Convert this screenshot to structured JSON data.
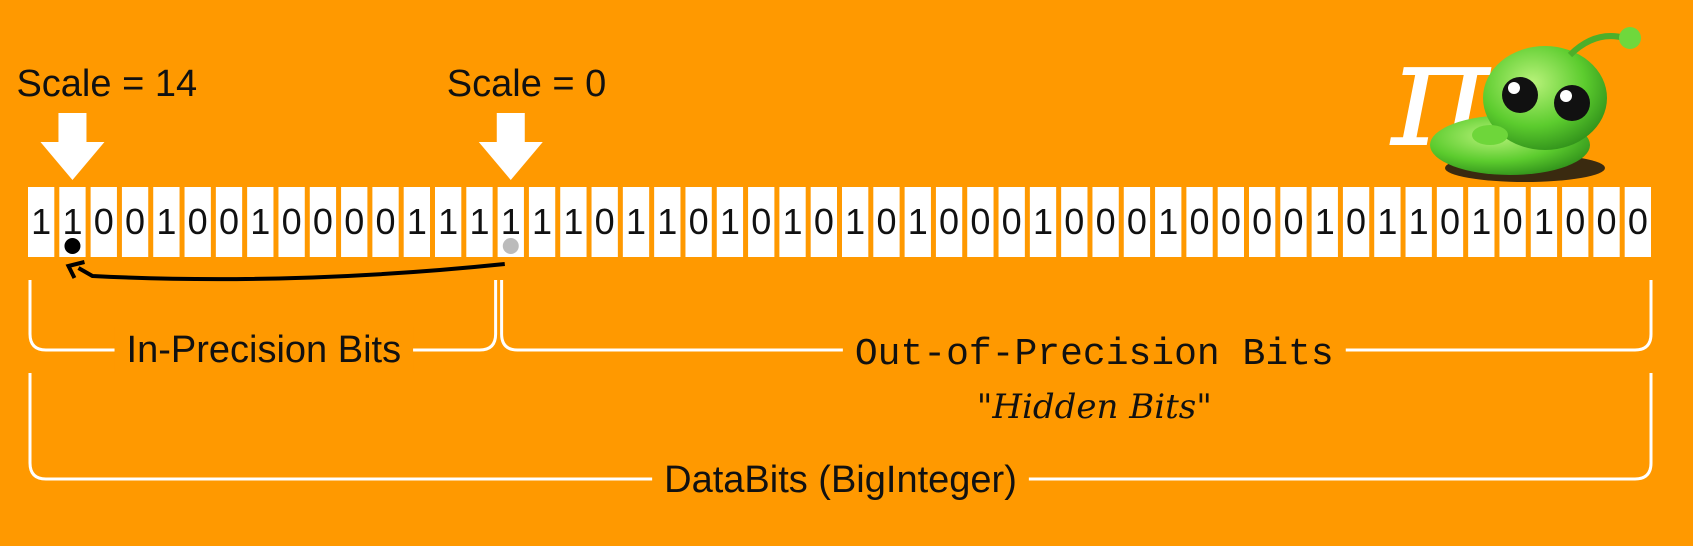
{
  "scale_markers": [
    {
      "label": "Scale = 14",
      "bit_index": 1
    },
    {
      "label": "Scale = 0",
      "bit_index": 15
    }
  ],
  "bits": "1100100100001111110110101010100010001000010110101000",
  "labels": {
    "in_precision": "In-Precision Bits",
    "out_of_precision": "Out-of-Precision Bits",
    "hidden_bits": "\"Hidden Bits\"",
    "data_bits": "DataBits (BigInteger)"
  },
  "mascot": {
    "icon": "pi-alien-mascot-icon"
  },
  "colors": {
    "background": "#FF9900",
    "cell": "#FFFFFF",
    "text": "#111111",
    "brace": "#FFFFFF",
    "source_dot": "#BBBBBB",
    "target_dot": "#000000"
  }
}
